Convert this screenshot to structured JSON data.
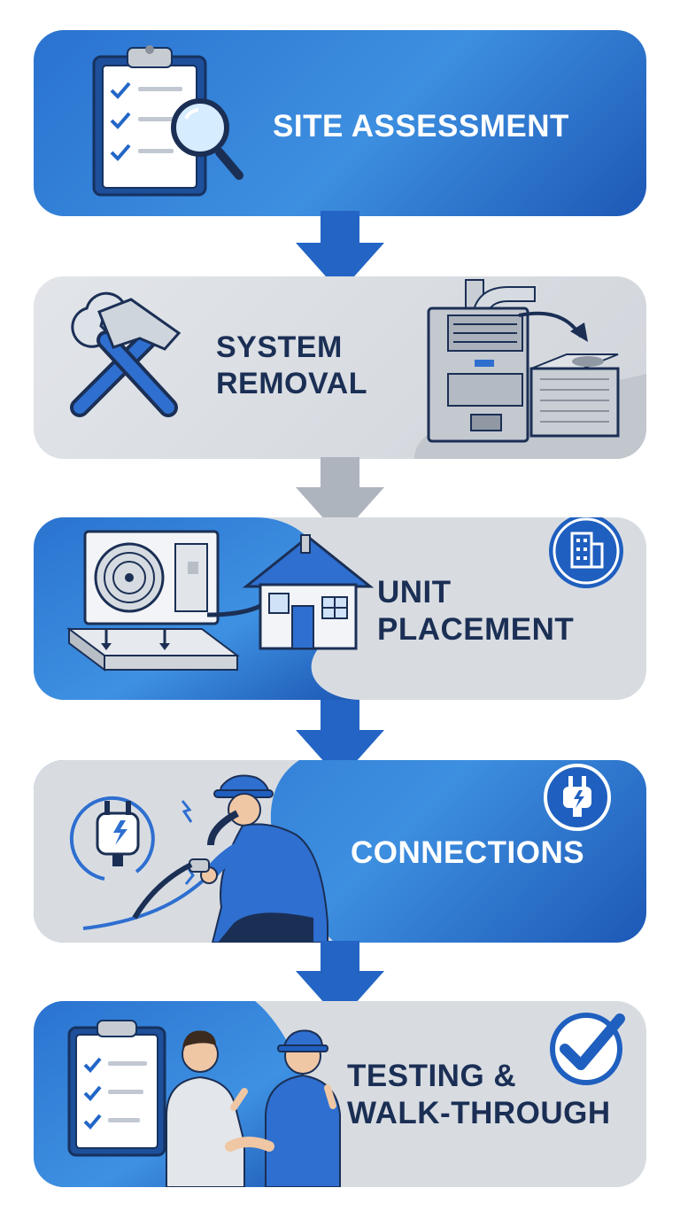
{
  "steps": [
    {
      "title_lines": [
        "SITE ASSESSMENT"
      ],
      "icons": [
        "clipboard-icon",
        "magnifier-icon"
      ]
    },
    {
      "title_lines": [
        "SYSTEM",
        "REMOVAL"
      ],
      "icons": [
        "wrench-icon",
        "hammer-icon",
        "furnace-icon",
        "ac-unit-icon"
      ]
    },
    {
      "title_lines": [
        "UNIT",
        "PLACEMENT"
      ],
      "icons": [
        "outdoor-unit-icon",
        "house-icon",
        "building-badge-icon"
      ]
    },
    {
      "title_lines": [
        "CONNECTIONS"
      ],
      "icons": [
        "plug-icon",
        "technician-icon",
        "plug-badge-icon"
      ]
    },
    {
      "title_lines": [
        "TESTING &",
        "WALK-THROUGH"
      ],
      "icons": [
        "clipboard-icon",
        "handshake-icon",
        "checkmark-badge-icon"
      ]
    }
  ],
  "colors": {
    "blue": "#1f5fbf",
    "blue_light": "#3d8fe0",
    "gray": "#dcdfe4",
    "navy": "#1b2f55",
    "white": "#ffffff"
  }
}
